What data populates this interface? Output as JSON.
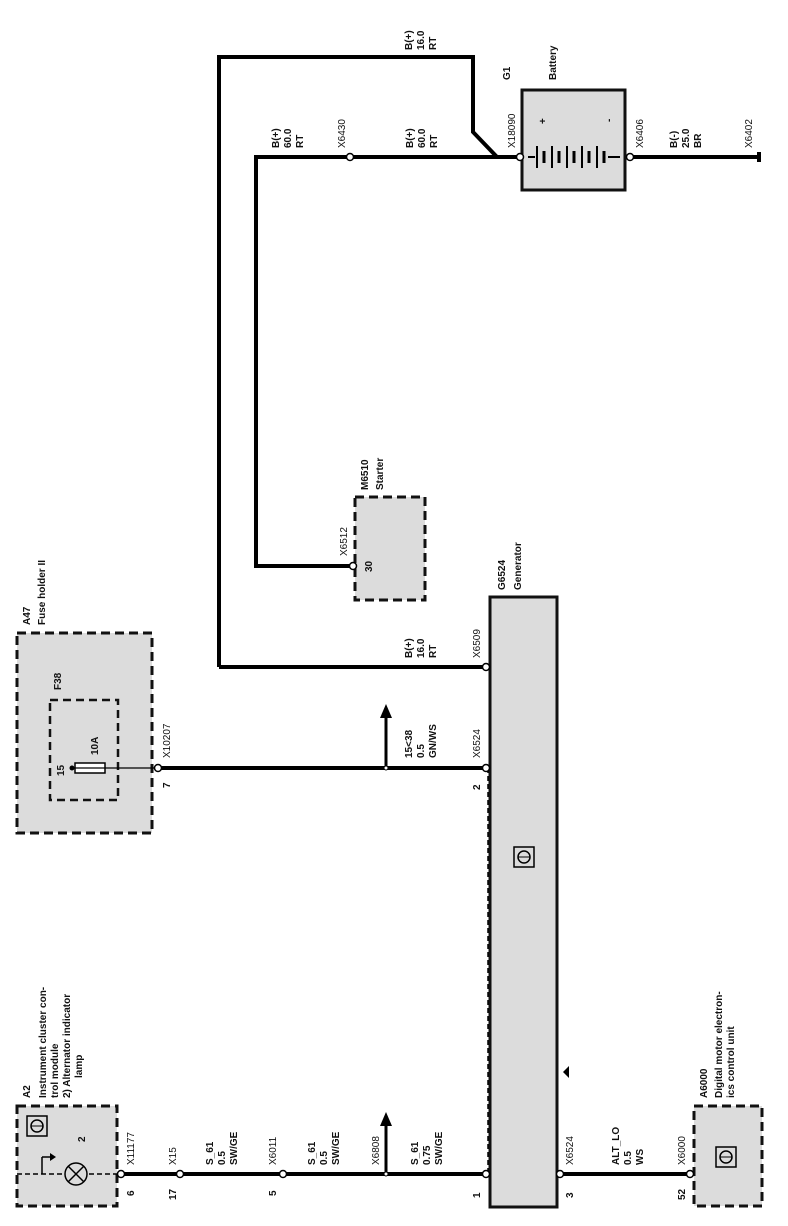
{
  "diagram": {
    "title": "Charging system wiring diagram",
    "components": {
      "battery": {
        "id": "G1",
        "name": "Battery",
        "plus": "+",
        "minus": "-"
      },
      "starter": {
        "id": "M6510",
        "name": "Starter",
        "pin": "30"
      },
      "generator": {
        "id": "G6524",
        "name": "Generator"
      },
      "fuse_holder": {
        "id": "A47",
        "name": "Fuse holder II",
        "fuse_id": "F38",
        "fuse_rating": "10A",
        "fuse_pin": "15"
      },
      "instrument_cluster": {
        "id": "A2",
        "line1": "Instrument cluster con-",
        "line2": "trol module",
        "line3": "2) Alternator indicator",
        "line4": "lamp",
        "pin": "2"
      },
      "dme": {
        "id": "A6000",
        "line1": "Digital motor electron-",
        "line2": "ics control unit"
      }
    },
    "connectors": {
      "x18090": "X18090",
      "x6406": "X6406",
      "x6402": "X6402",
      "x6430": "X6430",
      "x6512": "X6512",
      "x6509": "X6509",
      "x6524_top": "X6524",
      "x10207": "X10207",
      "x11177": "X11177",
      "x15": "X15",
      "x6011": "X6011",
      "x6808": "X6808",
      "x6524_bottom": "X6524",
      "x6000": "X6000"
    },
    "pins": {
      "x10207": "7",
      "x6524_top": "2",
      "x11177": "6",
      "x15": "17",
      "x6011": "5",
      "gen_pin1": "1",
      "x6524_bottom": "3",
      "x6000": "52"
    },
    "wires": {
      "top_loop": {
        "signal": "B(+)",
        "size": "16.0",
        "color": "RT"
      },
      "bat_left": {
        "signal": "B(+)",
        "size": "60.0",
        "color": "RT"
      },
      "bat_mid": {
        "signal": "B(+)",
        "size": "60.0",
        "color": "RT"
      },
      "bat_ground": {
        "signal": "B(-)",
        "size": "25.0",
        "color": "BR"
      },
      "gen_b": {
        "signal": "B(+)",
        "size": "16.0",
        "color": "RT"
      },
      "kl15": {
        "signal": "15<38",
        "size": "0.5",
        "color": "GN/WS"
      },
      "s61_a": {
        "signal": "S_61",
        "size": "0.5",
        "color": "SW/GE"
      },
      "s61_b": {
        "signal": "S_61",
        "size": "0.5",
        "color": "SW/GE"
      },
      "s61_c": {
        "signal": "S_61",
        "size": "0.75",
        "color": "SW/GE"
      },
      "alt_lo": {
        "signal": "ALT_LO",
        "size": "0.5",
        "color": "WS"
      }
    }
  }
}
